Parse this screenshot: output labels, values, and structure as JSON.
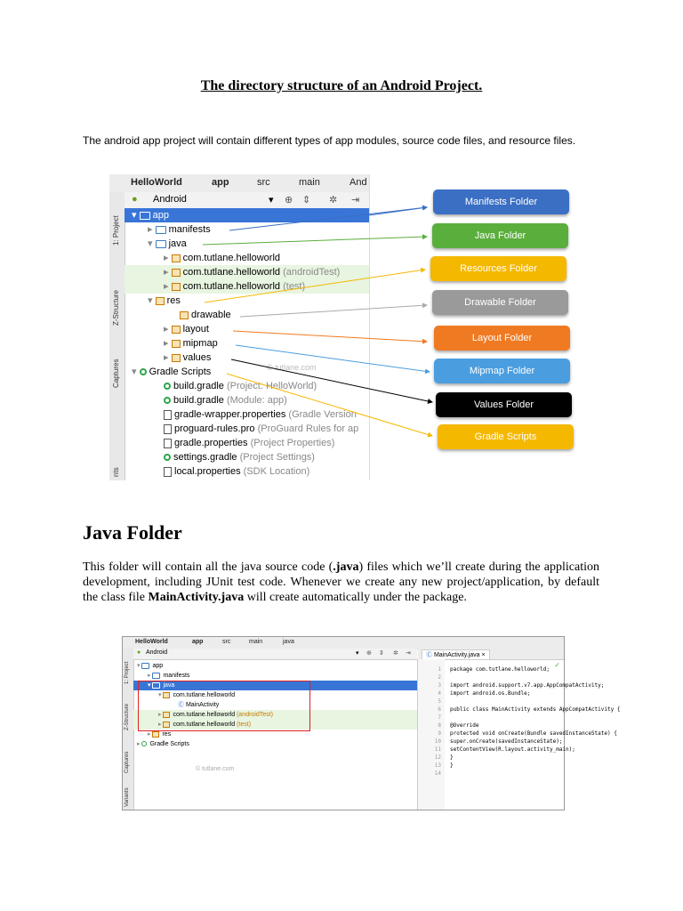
{
  "title": "The directory structure of an Android Project.",
  "intro": "The android app project will contain different types of app modules, source code files, and resource files.",
  "shot1": {
    "breadcrumb": [
      "HelloWorld",
      "app",
      "src",
      "main",
      "And"
    ],
    "side_tabs": [
      "1: Project",
      "Z-Structure",
      "Captures",
      "nts"
    ],
    "toolbar_view": "Android",
    "rows": [
      {
        "label": "app",
        "extra": ""
      },
      {
        "label": "manifests",
        "extra": ""
      },
      {
        "label": "java",
        "extra": ""
      },
      {
        "label": "com.tutlane.helloworld",
        "extra": ""
      },
      {
        "label": "com.tutlane.helloworld",
        "extra": "(androidTest)"
      },
      {
        "label": "com.tutlane.helloworld",
        "extra": "(test)"
      },
      {
        "label": "res",
        "extra": ""
      },
      {
        "label": "drawable",
        "extra": ""
      },
      {
        "label": "layout",
        "extra": ""
      },
      {
        "label": "mipmap",
        "extra": ""
      },
      {
        "label": "values",
        "extra": ""
      },
      {
        "label": "Gradle Scripts",
        "extra": ""
      },
      {
        "label": "build.gradle",
        "extra": "(Project: HelloWorld)"
      },
      {
        "label": "build.gradle",
        "extra": "(Module: app)"
      },
      {
        "label": "gradle-wrapper.properties",
        "extra": "(Gradle Version"
      },
      {
        "label": "proguard-rules.pro",
        "extra": "(ProGuard Rules for ap"
      },
      {
        "label": "gradle.properties",
        "extra": "(Project Properties)"
      },
      {
        "label": "settings.gradle",
        "extra": "(Project Settings)"
      },
      {
        "label": "local.properties",
        "extra": "(SDK Location)"
      }
    ],
    "watermark": "© tutlane.com"
  },
  "folders": [
    {
      "label": "Manifests Folder",
      "color": "#3a6fc4"
    },
    {
      "label": "Java Folder",
      "color": "#5aae3c"
    },
    {
      "label": "Resources Folder",
      "color": "#f5b800"
    },
    {
      "label": "Drawable Folder",
      "color": "#9a9a9a"
    },
    {
      "label": "Layout Folder",
      "color": "#f07a22"
    },
    {
      "label": "Mipmap Folder",
      "color": "#4a9ee0"
    },
    {
      "label": "Values Folder",
      "color": "#000000"
    },
    {
      "label": "Gradle Scripts",
      "color": "#f5b800"
    }
  ],
  "section_heading": "Java Folder",
  "para": {
    "p1": "This folder will contain all the java source code (",
    "b1": ".java",
    "p2": ") files which we’ll create during the application development, including JUnit test code. Whenever we create any new project/application, by default the class file ",
    "b2": "MainActivity.java",
    "p3": " will create automatically under the package."
  },
  "shot2": {
    "breadcrumb": [
      "HelloWorld",
      "app",
      "src",
      "main",
      "java"
    ],
    "side_tabs": [
      "1: Project",
      "Z-Structure",
      "Captures",
      "Variants"
    ],
    "toolbar_view": "Android",
    "tab_label": "MainActivity.java",
    "rows": [
      {
        "label": "app",
        "extra": ""
      },
      {
        "label": "manifests",
        "extra": ""
      },
      {
        "label": "java",
        "extra": ""
      },
      {
        "label": "com.tutlane.helloworld",
        "extra": ""
      },
      {
        "label": "MainActivity",
        "extra": ""
      },
      {
        "label": "com.tutlane.helloworld",
        "extra": "(androidTest)"
      },
      {
        "label": "com.tutlane.helloworld",
        "extra": "(test)"
      },
      {
        "label": "res",
        "extra": ""
      },
      {
        "label": "Gradle Scripts",
        "extra": ""
      }
    ],
    "watermark": "© tutlane.com",
    "line_numbers": [
      "1",
      "2",
      "3",
      "4",
      "5",
      "6",
      "7",
      "8",
      "9",
      "10",
      "11",
      "12",
      "13",
      "14"
    ],
    "code": [
      "package com.tutlane.helloworld;",
      "",
      "import android.support.v7.app.AppCompatActivity;",
      "import android.os.Bundle;",
      "",
      "public class MainActivity extends AppCompatActivity {",
      "",
      "    @Override",
      "    protected void onCreate(Bundle savedInstanceState) {",
      "        super.onCreate(savedInstanceState);",
      "        setContentView(R.layout.activity_main);",
      "    }",
      "}",
      ""
    ]
  }
}
